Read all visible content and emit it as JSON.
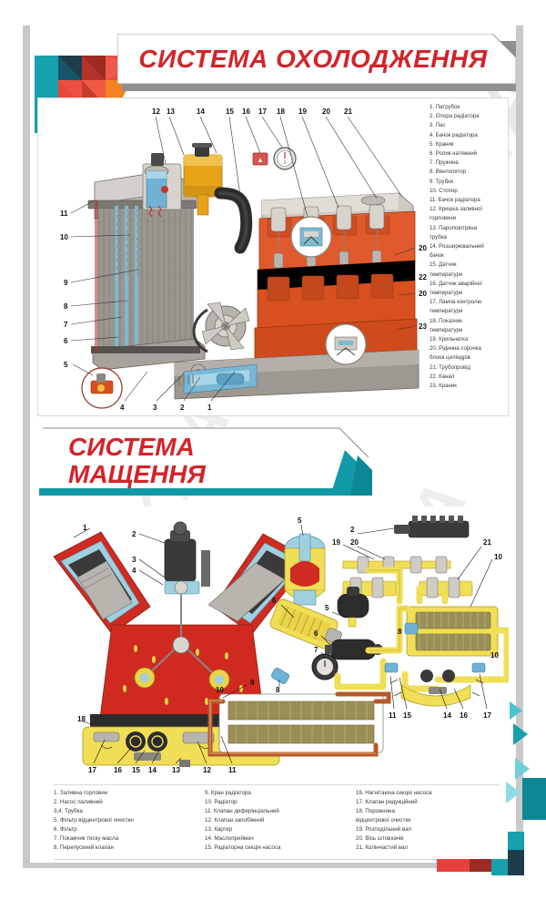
{
  "poster": {
    "background_color": "#ffffff",
    "frame_color": "#c9c9c9",
    "accent_red": "#d4232a",
    "accent_teal": "#1199a8",
    "watermark_text": "EKNA"
  },
  "section1": {
    "title": "СИСТЕМА ОХОЛОДЖЕННЯ",
    "diagram_name": "cooling-system-cutaway",
    "callout_numbers_top": [
      "12",
      "13",
      "14",
      "15",
      "16",
      "17",
      "18",
      "19",
      "20",
      "21"
    ],
    "callout_numbers_left": [
      "11",
      "10",
      "9",
      "8",
      "7",
      "6",
      "5"
    ],
    "callout_numbers_right": [
      "20",
      "22",
      "20",
      "23"
    ],
    "callout_numbers_bottom": [
      "4",
      "3",
      "2",
      "1"
    ],
    "legend": [
      "1. Патрубок",
      "2. Опора радіатора",
      "3. Пас",
      "4. Бачок радіатора",
      "5. Краник",
      "6. Ролик натяжний",
      "7. Пружина",
      "8. Вентилятор",
      "9. Трубки",
      "10. Стопор",
      "11. Бачок радіатора",
      "12. Кришка заливної",
      "горловини",
      "13. Пароповітряна",
      "трубка",
      "14. Розширювальний",
      "бачок",
      "15. Датчик",
      "температури",
      "16. Датчик аварійної",
      "температури",
      "17. Лампа контролю",
      "температури",
      "18. Показчик",
      "температури",
      "19. Крильчатка",
      "20. Рідинна сорочка",
      "блока циліндрів",
      "21. Трубопровід",
      "22. Канал",
      "23. Краник"
    ]
  },
  "section2": {
    "title_line1": "СИСТЕМА",
    "title_line2": "МАЩЕННЯ",
    "diagram_name": "lubrication-system-schematic",
    "callouts": [
      "1",
      "2",
      "3",
      "4",
      "5",
      "6",
      "7",
      "8",
      "9",
      "10",
      "11",
      "12",
      "13",
      "14",
      "15",
      "16",
      "17",
      "18",
      "19",
      "20",
      "21"
    ],
    "legend_col1": [
      "1. Заливна горловин",
      "2. Насос паливний",
      "3,4. Трубка",
      "5. Фільтр відцентрової очистки",
      "6. Фільтр",
      "7. Покажчик тиску масла",
      "8. Перепускний клапан"
    ],
    "legend_col2": [
      "9. Кран радіатора",
      "10. Радіатор",
      "11. Клапан диферінціальний",
      "12. Клапан запобіжний",
      "13. Картер",
      "14. Маслоприймач",
      "15. Радіаторна секція насоса"
    ],
    "legend_col3": [
      "16. Нагнітаюча секція насоса",
      "17. Клапан редукційний",
      "18. Порожнина",
      "відцентрової очистки",
      "19. Розподільний вал",
      "20. Вісь штовхачів",
      "21. Колінчастий вал"
    ]
  }
}
